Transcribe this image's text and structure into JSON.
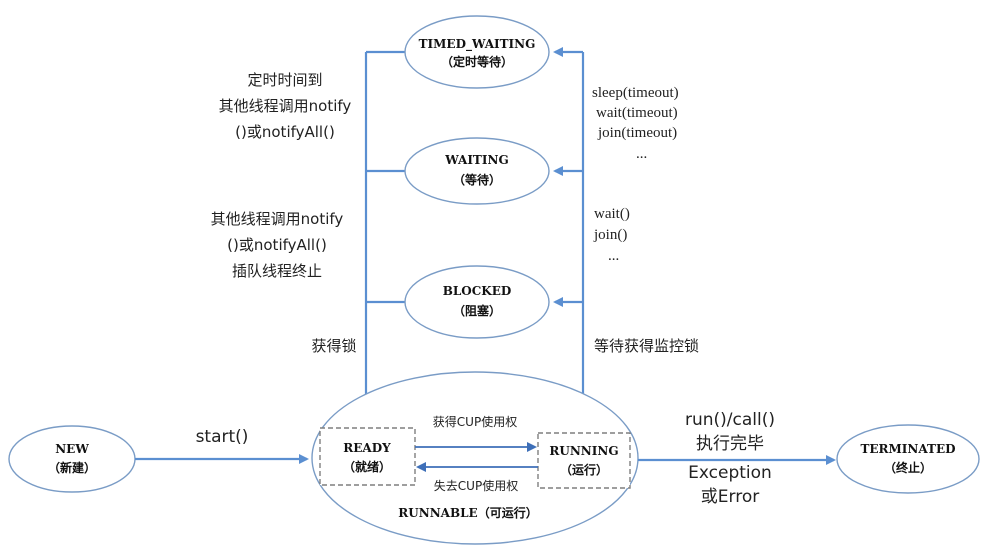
{
  "states": {
    "timed_waiting": {
      "name": "TIMED_WAITING",
      "cn": "（定时等待）"
    },
    "waiting": {
      "name": "WAITING",
      "cn": "（等待）"
    },
    "blocked": {
      "name": "BLOCKED",
      "cn": "（阻塞）"
    },
    "new": {
      "name": "NEW",
      "cn": "（新建）"
    },
    "ready": {
      "name": "READY",
      "cn": "（就绪）"
    },
    "running": {
      "name": "RUNNING",
      "cn": "（运行）"
    },
    "runnable": {
      "name": "RUNNABLE（可运行）"
    },
    "terminated": {
      "name": "TERMINATED",
      "cn": "（终止）"
    }
  },
  "left_labels": {
    "timed_1": "定时时间到",
    "timed_2": "其他线程调用notify",
    "timed_3": "()或notifyAll()",
    "wait_1": "其他线程调用notify",
    "wait_2": "()或notifyAll()",
    "wait_3": "插队线程终止",
    "lock": "获得锁"
  },
  "right_labels": {
    "timed_1": "sleep(timeout)",
    "timed_2": "wait(timeout)",
    "timed_3": "join(timeout)",
    "timed_4": "...",
    "wait_1": "wait()",
    "wait_2": "join()",
    "wait_3": "...",
    "monitor": "等待获得监控锁"
  },
  "transitions": {
    "start": "start()",
    "get_cpu": "获得CUP使用权",
    "lose_cpu": "失去CUP使用权",
    "end_1": "run()/call()",
    "end_2": "执行完毕",
    "end_3": "Exception",
    "end_4": "或Error"
  }
}
